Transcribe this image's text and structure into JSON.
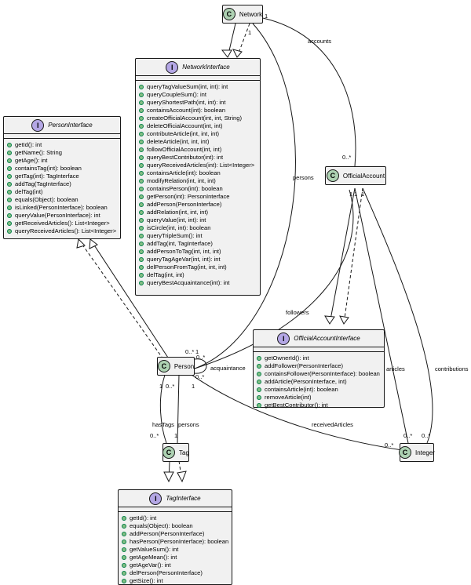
{
  "classes": {
    "network": {
      "name": "Network",
      "kind": "C"
    },
    "officialaccount": {
      "name": "OfficialAccount",
      "kind": "C"
    },
    "person": {
      "name": "Person",
      "kind": "C"
    },
    "tag": {
      "name": "Tag",
      "kind": "C"
    },
    "integer": {
      "name": "Integer",
      "kind": "C"
    },
    "networkinterface": {
      "name": "NetworkInterface",
      "kind": "I",
      "methods": [
        "queryTagValueSum(int, int): int",
        "queryCoupleSum(): int",
        "queryShortestPath(int, int): int",
        "containsAccount(int): boolean",
        "createOfficialAccount(int, int, String)",
        "deleteOfficialAccount(int, int)",
        "contributeArticle(int, int, int)",
        "deleteArticle(int, int, int)",
        "followOfficialAccount(int, int)",
        "queryBestContributor(int): int",
        "queryReceivedArticles(int): List<Integer>",
        "containsArticle(int): boolean",
        "modifyRelation(int, int, int)",
        "containsPerson(int): boolean",
        "getPerson(int): PersonInterface",
        "addPerson(PersonInterface)",
        "addRelation(int, int, int)",
        "queryValue(int, int): int",
        "isCircle(int, int): boolean",
        "queryTripleSum(): int",
        "addTag(int, TagInterface)",
        "addPersonToTag(int, int, int)",
        "queryTagAgeVar(int, int): int",
        "delPersonFromTag(int, int, int)",
        "delTag(int, int)",
        "queryBestAcquaintance(int): int"
      ]
    },
    "personinterface": {
      "name": "PersonInterface",
      "kind": "I",
      "methods": [
        "getId(): int",
        "getName(): String",
        "getAge(): int",
        "containsTag(int): boolean",
        "getTag(int): TagInterface",
        "addTag(TagInterface)",
        "delTag(int)",
        "equals(Object): boolean",
        "isLinked(PersonInterface): boolean",
        "queryValue(PersonInterface): int",
        "getReceivedArticles(): List<Integer>",
        "queryReceivedArticles(): List<Integer>"
      ]
    },
    "officialaccountinterface": {
      "name": "OfficialAccountInterface",
      "kind": "I",
      "methods": [
        "getOwnerId(): int",
        "addFollower(PersonInterface)",
        "containsFollower(PersonInterface): boolean",
        "addArticle(PersonInterface, int)",
        "containsArticle(int): boolean",
        "removeArticle(int)",
        "getBestContributor(): int"
      ]
    },
    "taginterface": {
      "name": "TagInterface",
      "kind": "I",
      "methods": [
        "getId(): int",
        "equals(Object): boolean",
        "addPerson(PersonInterface)",
        "hasPerson(PersonInterface): boolean",
        "getValueSum(): int",
        "getAgeMean(): int",
        "getAgeVar(): int",
        "delPerson(PersonInterface)",
        "getSize(): int"
      ]
    }
  },
  "labels": {
    "net_mult_1": "1",
    "net_mult_2": "1",
    "accounts": "accounts",
    "oa_mult_many": "0..*",
    "persons": "persons",
    "oa_mult_1a": "1",
    "oa_mult_1b": "1",
    "oa_mult_1c": "1",
    "followers": "followers",
    "person_mult_many": "0..*",
    "person_mult_1": "1",
    "self_many_a": "0..*",
    "self_many_b": "0..*",
    "acquaintance": "acquaintance",
    "person_tag_1": "1",
    "person_tag_many": "0..*",
    "person_recv_1": "1",
    "hasTags": "hasTags",
    "persons_tag": "persons",
    "tag_many": "0..*",
    "tag_1": "1",
    "receivedArticles": "receivedArticles",
    "int_many_recv": "0..*",
    "articles": "articles",
    "contributions": "contributions",
    "int_many_art": "0..*",
    "int_many_con": "0..*"
  }
}
